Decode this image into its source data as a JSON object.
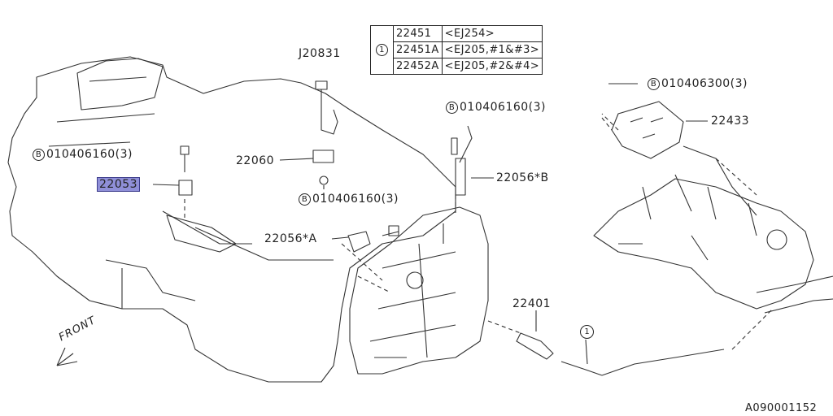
{
  "table": {
    "circle_no": "1",
    "rows": [
      {
        "part": "22451",
        "note": "<EJ254>"
      },
      {
        "part": "22451A",
        "note": "<EJ205,#1&#3>"
      },
      {
        "part": "22452A",
        "note": "<EJ205,#2&#4>"
      }
    ]
  },
  "labels": {
    "j20831": "J20831",
    "bolt_b_left": "010406160(3)",
    "bolt_b_center": "010406160(3)",
    "bolt_b_mid_right": "010406160(3)",
    "bolt_b_top_right": "010406300(3)",
    "p22060": "22060",
    "p22053": "22053",
    "p22056a": "22056*A",
    "p22056b": "22056*B",
    "p22433": "22433",
    "p22401": "22401",
    "callout_1": "1",
    "b_marker": "B",
    "front": "FRONT",
    "diagram_id": "A090001152"
  }
}
